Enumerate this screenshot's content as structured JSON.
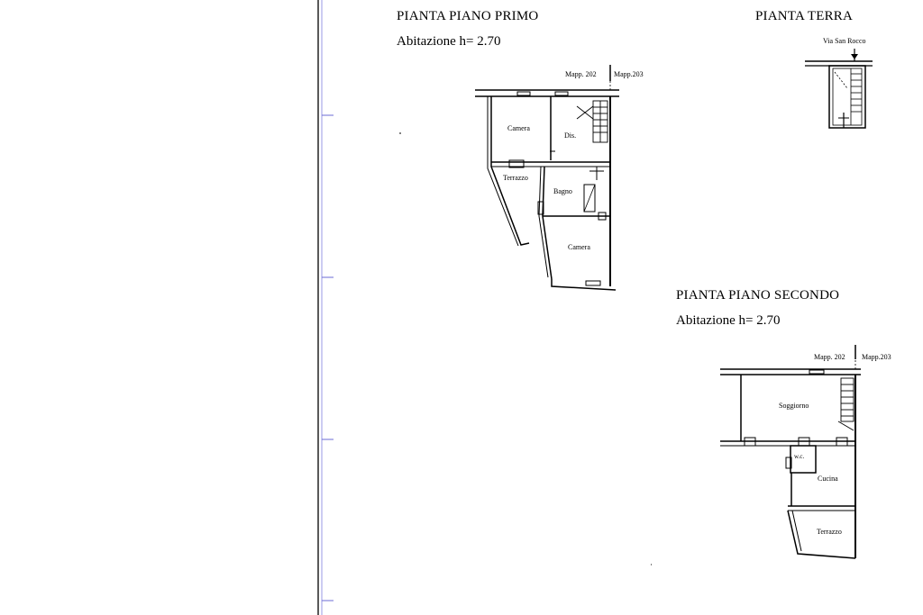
{
  "plans": {
    "primo": {
      "title": "PIANTA PIANO PRIMO",
      "height": "Abitazione h= 2.70",
      "mapp_left": "Mapp. 202",
      "mapp_right": "Mapp.203",
      "rooms": {
        "camera1": "Camera",
        "dis": "Dis.",
        "terrazzo": "Terrazzo",
        "bagno": "Bagno",
        "camera2": "Camera"
      }
    },
    "terra": {
      "title": "PIANTA TERRA",
      "street": "Via San Rocco"
    },
    "secondo": {
      "title": "PIANTA PIANO SECONDO",
      "height": "Abitazione h= 2.70",
      "mapp_left": "Mapp. 202",
      "mapp_right": "Mapp.203",
      "rooms": {
        "soggiorno": "Soggiorno",
        "wc": "w.c.",
        "cucina": "Cucina",
        "terrazzo": "Terrazzo"
      }
    }
  },
  "colors": {
    "line": "#000000",
    "background": "#ffffff",
    "margin_line": "#6b6bd6"
  }
}
